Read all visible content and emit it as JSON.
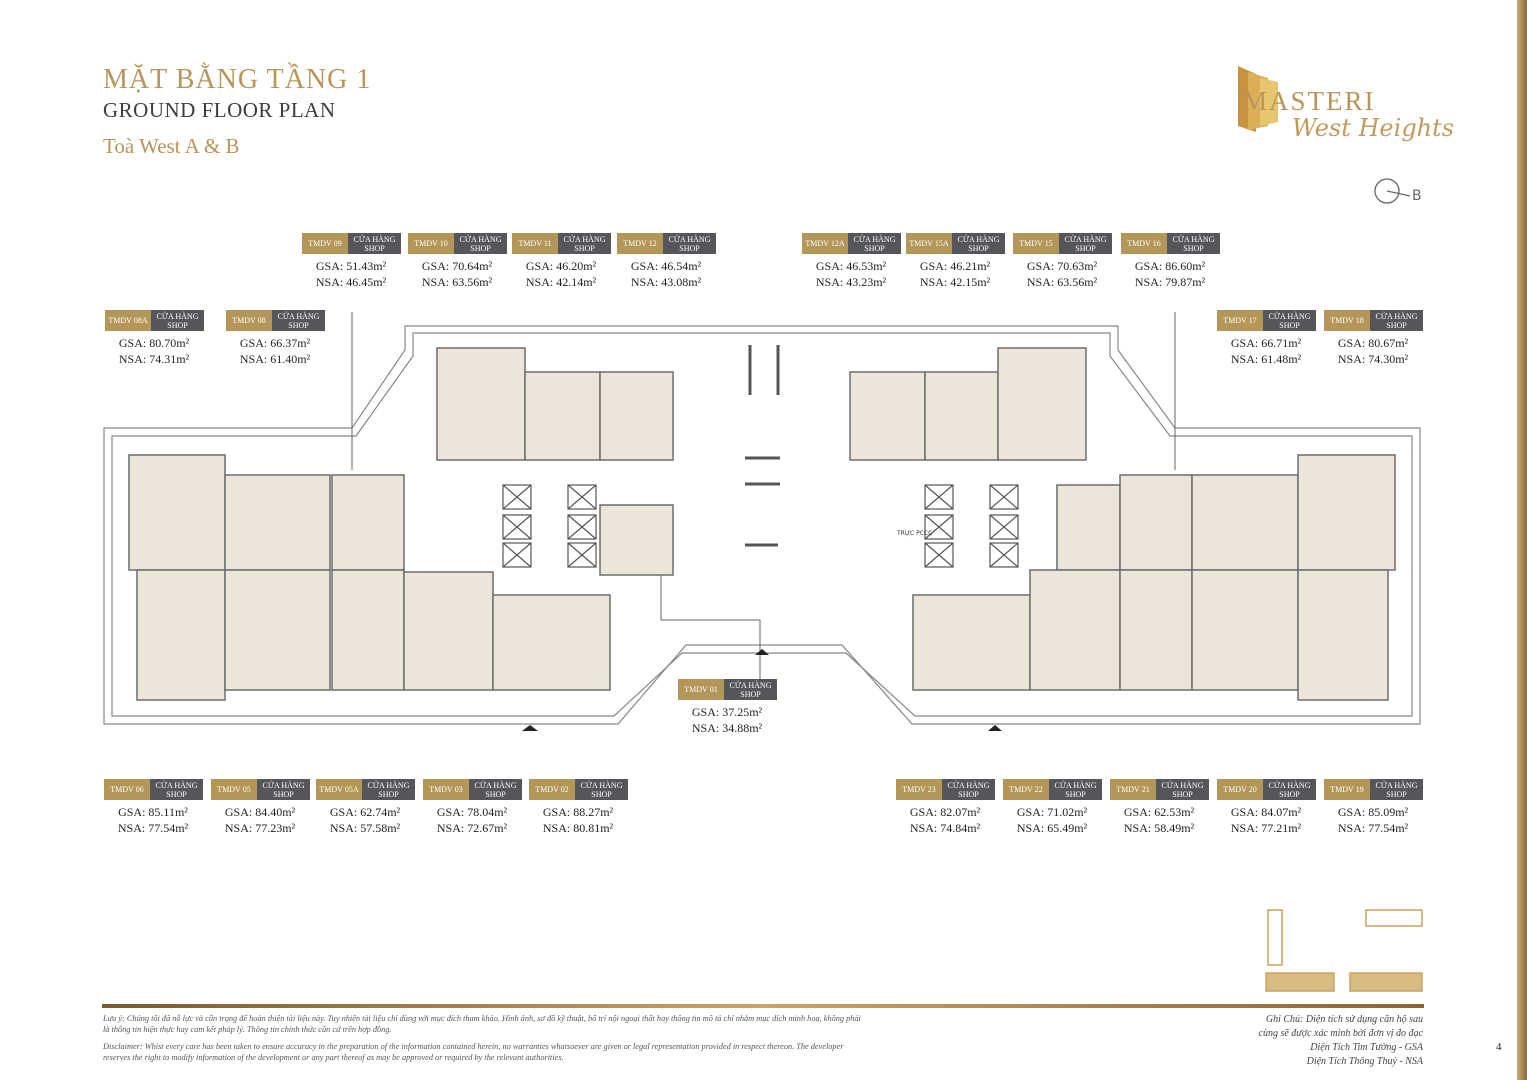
{
  "header": {
    "title_vn": "MẶT BẰNG TẦNG 1",
    "title_en": "GROUND FLOOR PLAN",
    "building": "Toà West A & B"
  },
  "logo": {
    "brand": "MASTERI",
    "tagline": "West Heights",
    "colors": {
      "gold": "#b9955b"
    }
  },
  "compass": {
    "label": "B"
  },
  "plan": {
    "room_label": "TRỰC PCCC"
  },
  "tag_colors": {
    "code": "#b39658",
    "kind": "#545659"
  },
  "units": [
    {
      "code": "TMDV 09",
      "kind_vn": "CỬA HÀNG",
      "kind_en": "SHOP",
      "gsa": "GSA: 51.43m²",
      "nsa": "NSA: 46.45m²"
    },
    {
      "code": "TMDV 10",
      "kind_vn": "CỬA HÀNG",
      "kind_en": "SHOP",
      "gsa": "GSA: 70.64m²",
      "nsa": "NSA: 63.56m²"
    },
    {
      "code": "TMDV 11",
      "kind_vn": "CỬA HÀNG",
      "kind_en": "SHOP",
      "gsa": "GSA: 46.20m²",
      "nsa": "NSA: 42.14m²"
    },
    {
      "code": "TMDV 12",
      "kind_vn": "CỬA HÀNG",
      "kind_en": "SHOP",
      "gsa": "GSA: 46.54m²",
      "nsa": "NSA: 43.08m²"
    },
    {
      "code": "TMDV 12A",
      "kind_vn": "CỬA HÀNG",
      "kind_en": "SHOP",
      "gsa": "GSA: 46.53m²",
      "nsa": "NSA: 43.23m²"
    },
    {
      "code": "TMDV 15A",
      "kind_vn": "CỬA HÀNG",
      "kind_en": "SHOP",
      "gsa": "GSA: 46.21m²",
      "nsa": "NSA: 42.15m²"
    },
    {
      "code": "TMDV 15",
      "kind_vn": "CỬA HÀNG",
      "kind_en": "SHOP",
      "gsa": "GSA: 70.63m²",
      "nsa": "NSA: 63.56m²"
    },
    {
      "code": "TMDV 16",
      "kind_vn": "CỬA HÀNG",
      "kind_en": "SHOP",
      "gsa": "GSA: 86.60m²",
      "nsa": "NSA: 79.87m²"
    },
    {
      "code": "TMDV 08A",
      "kind_vn": "CỬA HÀNG",
      "kind_en": "SHOP",
      "gsa": "GSA: 80.70m²",
      "nsa": "NSA: 74.31m²"
    },
    {
      "code": "TMDV 08",
      "kind_vn": "CỬA HÀNG",
      "kind_en": "SHOP",
      "gsa": "GSA: 66.37m²",
      "nsa": "NSA: 61.40m²"
    },
    {
      "code": "TMDV 17",
      "kind_vn": "CỬA HÀNG",
      "kind_en": "SHOP",
      "gsa": "GSA: 66.71m²",
      "nsa": "NSA: 61.48m²"
    },
    {
      "code": "TMDV 18",
      "kind_vn": "CỬA HÀNG",
      "kind_en": "SHOP",
      "gsa": "GSA: 80.67m²",
      "nsa": "NSA: 74.30m²"
    },
    {
      "code": "TMDV 01",
      "kind_vn": "CỬA HÀNG",
      "kind_en": "SHOP",
      "gsa": "GSA: 37.25m²",
      "nsa": "NSA: 34.88m²"
    },
    {
      "code": "TMDV 06",
      "kind_vn": "CỬA HÀNG",
      "kind_en": "SHOP",
      "gsa": "GSA: 85.11m²",
      "nsa": "NSA: 77.54m²"
    },
    {
      "code": "TMDV 05",
      "kind_vn": "CỬA HÀNG",
      "kind_en": "SHOP",
      "gsa": "GSA: 84.40m²",
      "nsa": "NSA: 77.23m²"
    },
    {
      "code": "TMDV 05A",
      "kind_vn": "CỬA HÀNG",
      "kind_en": "SHOP",
      "gsa": "GSA: 62.74m²",
      "nsa": "NSA: 57.58m²"
    },
    {
      "code": "TMDV 03",
      "kind_vn": "CỬA HÀNG",
      "kind_en": "SHOP",
      "gsa": "GSA: 78.04m²",
      "nsa": "NSA: 72.67m²"
    },
    {
      "code": "TMDV 02",
      "kind_vn": "CỬA HÀNG",
      "kind_en": "SHOP",
      "gsa": "GSA: 88.27m²",
      "nsa": "NSA: 80.81m²"
    },
    {
      "code": "TMDV 23",
      "kind_vn": "CỬA HÀNG",
      "kind_en": "SHOP",
      "gsa": "GSA: 82.07m²",
      "nsa": "NSA: 74.84m²"
    },
    {
      "code": "TMDV 22",
      "kind_vn": "CỬA HÀNG",
      "kind_en": "SHOP",
      "gsa": "GSA: 71.02m²",
      "nsa": "NSA: 65.49m²"
    },
    {
      "code": "TMDV 21",
      "kind_vn": "CỬA HÀNG",
      "kind_en": "SHOP",
      "gsa": "GSA: 62.53m²",
      "nsa": "NSA: 58.49m²"
    },
    {
      "code": "TMDV 20",
      "kind_vn": "CỬA HÀNG",
      "kind_en": "SHOP",
      "gsa": "GSA: 84.07m²",
      "nsa": "NSA: 77.21m²"
    },
    {
      "code": "TMDV 19",
      "kind_vn": "CỬA HÀNG",
      "kind_en": "SHOP",
      "gsa": "GSA: 85.09m²",
      "nsa": "NSA: 77.54m²"
    }
  ],
  "footer": {
    "disclaimer_vn": "Lưu ý: Chúng tôi đã nỗ lực và cẩn trọng để hoàn thiện tài liệu này. Tuy nhiên tài liệu chỉ dùng với mục đích tham khảo. Hình ảnh, sơ đồ kỹ thuật, bố trí nội ngoại thất hay thông tin mô tả chỉ nhằm mục đích minh hoạ, không phải là thông tin hiện thực hay cam kết pháp lý. Thông tin chính thức căn cứ trên hợp đồng.",
    "disclaimer_en": "Disclaimer: Whist every care has been taken to ensure accuracy in the preparation of the information contained herein, no warranties whatsoever are given or legal representation provided in respect thereon. The developer reserves the right to modify information of the development or any part thereof as may be approved or required by the relevant authorities.",
    "note_line1": "Ghi Chú: Diện tích sử dụng căn hộ sau",
    "note_line2": "cùng sẽ được xác minh bởi đơn vị đo đạc",
    "note_gsa": "Diện Tích Tim Tường - GSA",
    "note_nsa": "Diện Tích Thông Thuỷ - NSA",
    "page_number": "4"
  }
}
